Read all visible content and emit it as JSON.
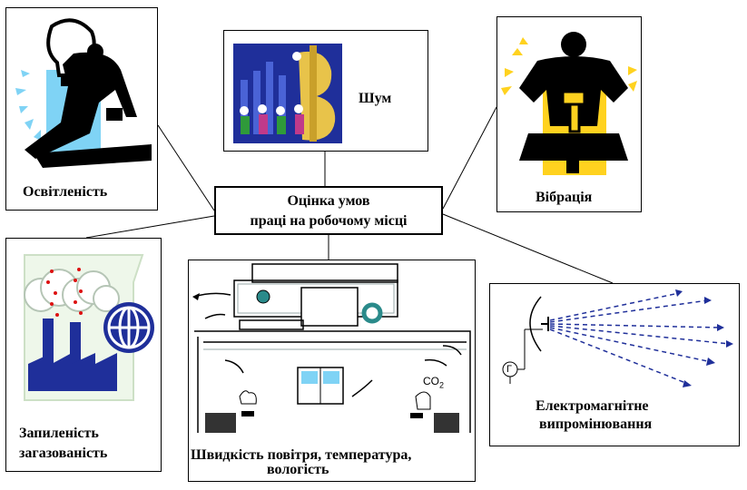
{
  "center": {
    "line1": "Оцінка умов",
    "line2": "праці на робочому місці"
  },
  "boxes": {
    "lighting": {
      "label": "Освітленість"
    },
    "noise": {
      "label": "Шум"
    },
    "vibration": {
      "label": "Вібрація"
    },
    "dust": {
      "line1": "Запиленість",
      "line2": "загазованість"
    },
    "air": {
      "line1": "Швидкість повітря,  температура,",
      "line2": "вологість",
      "co2": "CO",
      "co2_sub": "2"
    },
    "em": {
      "line1": "Електромагнітне",
      "line2": "випромінювання",
      "meter": "Г"
    }
  },
  "colors": {
    "accent_blue": "#1f2f9a",
    "light_blue": "#7fd3f5",
    "yellow": "#ffd21f",
    "teal": "#2a8a8a"
  }
}
